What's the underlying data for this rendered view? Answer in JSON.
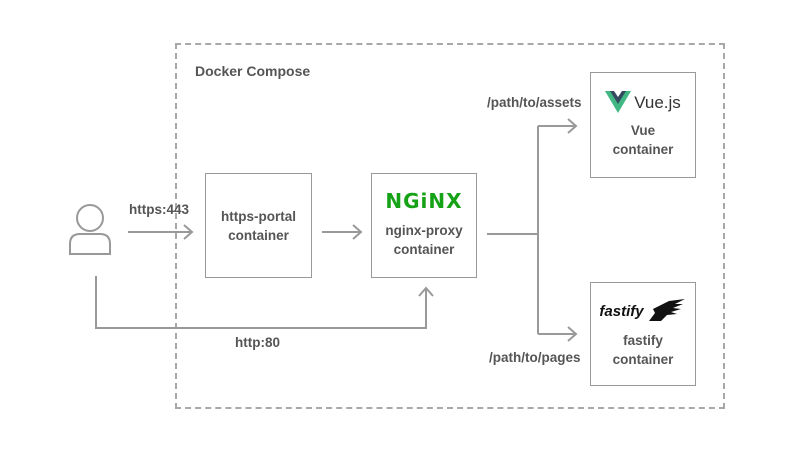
{
  "diagram": {
    "group": {
      "title": "Docker Compose"
    },
    "nodes": {
      "user": {
        "icon": "user-icon"
      },
      "https_portal": {
        "line1": "https-portal",
        "line2": "container"
      },
      "nginx": {
        "logo_text": "NGiNX",
        "line1": "nginx-proxy",
        "line2": "container"
      },
      "vue": {
        "logo_text": "Vue.js",
        "line1": "Vue",
        "line2": "container"
      },
      "fastify": {
        "logo_text": "fastify",
        "line1": "fastify",
        "line2": "container"
      }
    },
    "edges": {
      "https": "https:443",
      "http": "http:80",
      "assets": "/path/to/assets",
      "pages": "/path/to/pages"
    },
    "colors": {
      "nginx_green": "#16a216",
      "vue_green": "#41b883",
      "vue_dark": "#34495e",
      "line_gray": "#999999",
      "text_gray": "#555555"
    }
  }
}
